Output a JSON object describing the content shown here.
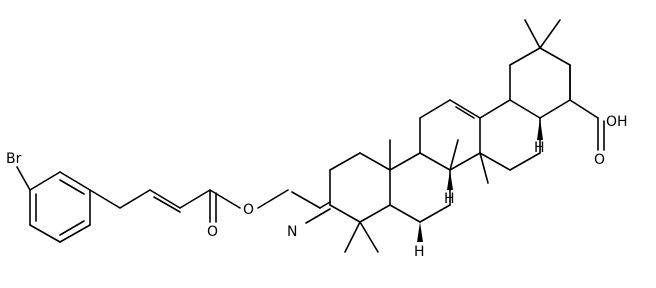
{
  "diagram": {
    "type": "chemical-structure",
    "bond_color": "#000000",
    "background": "#ffffff",
    "atom_labels": {
      "bromine": "Br",
      "oxime_oxygen": "O",
      "oxime_nitrogen": "N",
      "ester_carbonyl_oxygen": "O",
      "acid_hydroxyl": "OH",
      "acid_carbonyl_oxygen": "O",
      "stereo_h_c18": "H",
      "stereo_h_c9": "H",
      "stereo_h_c5": "H"
    }
  }
}
